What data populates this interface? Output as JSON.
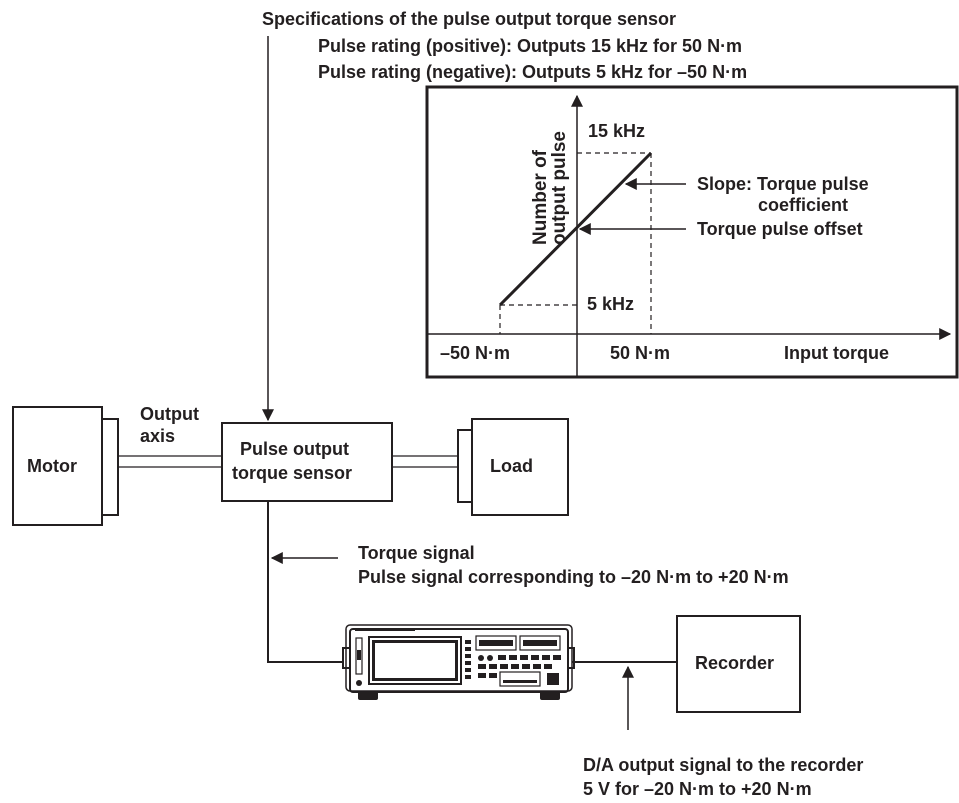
{
  "spec": {
    "title": "Specifications of the pulse output torque sensor",
    "line1": "Pulse rating (positive): Outputs 15 kHz for 50 N·m",
    "line2": "Pulse rating (negative): Outputs 5 kHz for –50 N·m"
  },
  "graph": {
    "y_label_line1": "Number of",
    "y_label_line2": "output pulse",
    "tick_15khz": "15 kHz",
    "tick_5khz": "5 kHz",
    "tick_neg50": "–50 N·m",
    "tick_pos50": "50 N·m",
    "x_label": "Input torque",
    "slope_line1": "Slope: Torque pulse",
    "slope_line2": "coefficient",
    "offset_label": "Torque pulse offset"
  },
  "setup": {
    "motor": "Motor",
    "output_axis_line1": "Output",
    "output_axis_line2": "axis",
    "sensor_line1": "Pulse output",
    "sensor_line2": "torque sensor",
    "load": "Load",
    "recorder": "Recorder",
    "torque_signal_line1": "Torque signal",
    "torque_signal_line2": "Pulse signal corresponding to –20 N·m to +20 N·m",
    "da_line1": "D/A output signal to the recorder",
    "da_line2": "5 V for –20 N·m to +20 N·m"
  }
}
